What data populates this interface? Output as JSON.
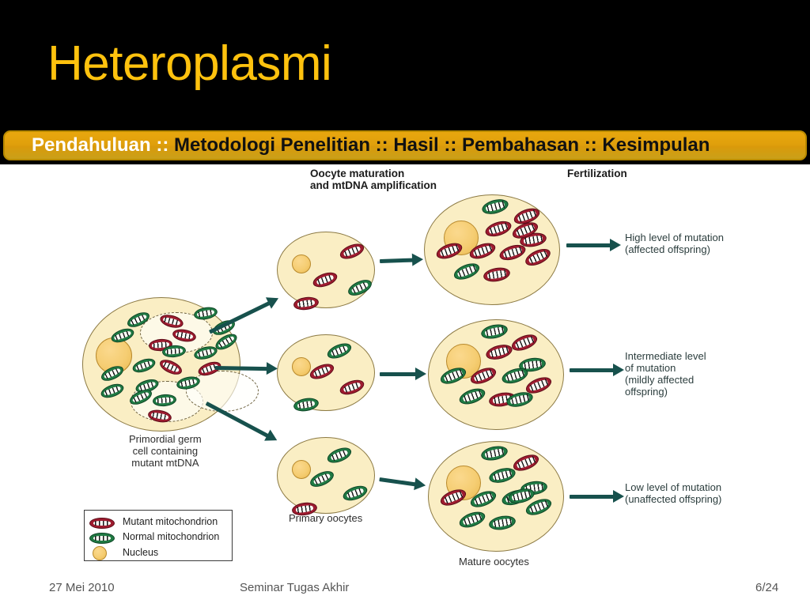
{
  "slide": {
    "title": "Heteroplasmi",
    "title_color": "#ffc20e",
    "band_color": "#000000",
    "nav_bar_color": "#e0a00c"
  },
  "nav": {
    "current": "Pendahuluan ::",
    "rest": " Metodologi Penelitian :: Hasil :: Pembahasan :: Kesimpulan",
    "items": [
      "Pendahuluan",
      "Metodologi Penelitian",
      "Hasil",
      "Pembahasan",
      "Kesimpulan"
    ],
    "separator": "::",
    "active_color": "#ffffff",
    "inactive_color": "#111111"
  },
  "diagram": {
    "headers": {
      "oocyte_maturation": "Oocyte maturation\nand mtDNA amplification",
      "fertilization": "Fertilization"
    },
    "captions": {
      "primordial": "Primordial germ\ncell containing\nmutant mtDNA",
      "primary_oocytes": "Primary oocytes",
      "mature_oocytes": "Mature oocytes"
    },
    "outcomes": [
      "High level of mutation\n(affected offspring)",
      "Intermediate level\nof mutation\n(mildly affected\noffspring)",
      "Low level of mutation\n(unaffected offspring)"
    ],
    "legend": {
      "items": [
        {
          "icon": "mutant-mitochondrion-icon",
          "label": "Mutant mitochondrion",
          "color": "#9e1b2f"
        },
        {
          "icon": "normal-mitochondrion-icon",
          "label": "Normal mitochondrion",
          "color": "#1f7a43"
        },
        {
          "icon": "nucleus-icon",
          "label": "Nucleus",
          "color": "#f5cd72"
        }
      ]
    },
    "cells": {
      "primordial_germ_cell": {
        "mutant_count": 8,
        "normal_count": 14,
        "daughter_cells": 3
      },
      "primary_oocytes": [
        {
          "mutant_count": 3,
          "normal_count": 1
        },
        {
          "mutant_count": 2,
          "normal_count": 2
        },
        {
          "mutant_count": 1,
          "normal_count": 3
        }
      ],
      "mature_oocytes": [
        {
          "mutant_count": 9,
          "normal_count": 2
        },
        {
          "mutant_count": 5,
          "normal_count": 6
        },
        {
          "mutant_count": 2,
          "normal_count": 9
        }
      ]
    },
    "arrow_color": "#17514d"
  },
  "footer": {
    "date": "27 Mei 2010",
    "event": "Seminar Tugas Akhir",
    "page": "6/24"
  }
}
